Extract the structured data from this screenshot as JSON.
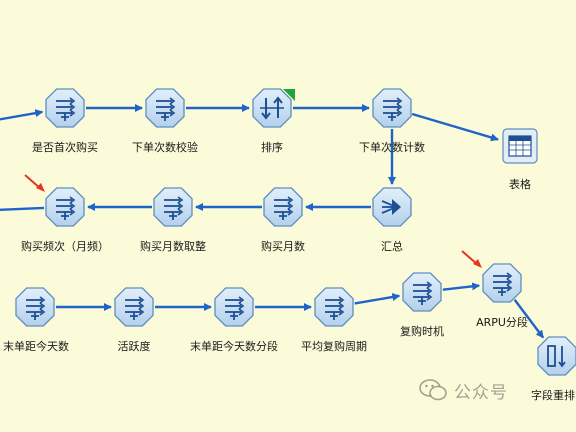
{
  "colors": {
    "background": "#fbfbd9",
    "edge": "#1f64c8",
    "node_face": "#c9dff3",
    "node_border": "#5d8fbf",
    "node_glyph": "#1d4f94",
    "table_node": "#e4ecf6",
    "marker_arrow": "#e5341d",
    "green_flag": "#21a33b"
  },
  "nodes": [
    {
      "id": "n1",
      "label": "是否首次购买",
      "icon": "field-ops-icon"
    },
    {
      "id": "n2",
      "label": "下单次数校验",
      "icon": "field-ops-icon"
    },
    {
      "id": "n3",
      "label": "排序",
      "icon": "sort-icon",
      "flag": true
    },
    {
      "id": "n4",
      "label": "下单次数计数",
      "icon": "field-ops-icon"
    },
    {
      "id": "n5",
      "label": "表格",
      "icon": "table-icon"
    },
    {
      "id": "n6",
      "label": "汇总",
      "icon": "aggregate-icon"
    },
    {
      "id": "n7",
      "label": "购买月数",
      "icon": "field-ops-icon"
    },
    {
      "id": "n8",
      "label": "购买月数取整",
      "icon": "field-ops-icon"
    },
    {
      "id": "n9",
      "label": "购买频次（月频）",
      "icon": "field-ops-icon",
      "marker": true
    },
    {
      "id": "n10",
      "label": "末单距今天数",
      "icon": "field-ops-icon"
    },
    {
      "id": "n11",
      "label": "活跃度",
      "icon": "field-ops-icon"
    },
    {
      "id": "n12",
      "label": "末单距今天数分段",
      "icon": "field-ops-icon"
    },
    {
      "id": "n13",
      "label": "平均复购周期",
      "icon": "field-ops-icon"
    },
    {
      "id": "n14",
      "label": "复购时机",
      "icon": "field-ops-icon"
    },
    {
      "id": "n15",
      "label": "ARPU分段",
      "icon": "field-ops-icon",
      "marker": true
    },
    {
      "id": "n16",
      "label": "字段重排",
      "icon": "reorder-icon"
    }
  ],
  "edges": [
    [
      "in1",
      "n1"
    ],
    [
      "n1",
      "n2"
    ],
    [
      "n2",
      "n3"
    ],
    [
      "n3",
      "n4"
    ],
    [
      "n4",
      "n5"
    ],
    [
      "n4",
      "n6"
    ],
    [
      "n6",
      "n7"
    ],
    [
      "n7",
      "n8"
    ],
    [
      "n8",
      "n9"
    ],
    [
      "n9",
      "out2"
    ],
    [
      "n10",
      "n11"
    ],
    [
      "n11",
      "n12"
    ],
    [
      "n12",
      "n13"
    ],
    [
      "n13",
      "n14"
    ],
    [
      "n14",
      "n15"
    ],
    [
      "n15",
      "n16"
    ]
  ],
  "watermark": {
    "text": "公众号",
    "icon": "wechat-icon"
  }
}
